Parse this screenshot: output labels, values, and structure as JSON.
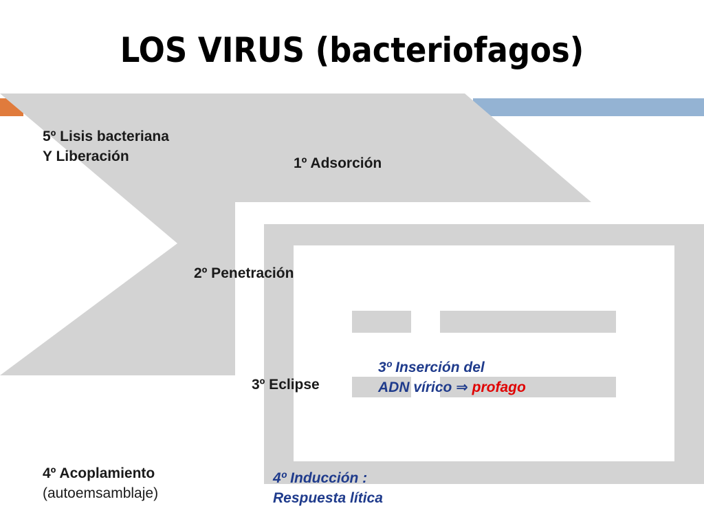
{
  "title": "LOS VIRUS (bacteriofagos)",
  "colors": {
    "arrow_fill": "#d3d3d3",
    "accent_orange": "#e07b3c",
    "accent_blue": "#94b3d3",
    "lytic_text": "#1a1a1a",
    "lysogenic_text": "#1f3b8c",
    "highlight": "#e00000"
  },
  "lytic_cycle": {
    "step1": "1º Adsorción",
    "step2": "2º Penetración",
    "step3": "3º Eclipse",
    "step4_line1": "4º Acoplamiento",
    "step4_line2": "(autoemsamblaje)",
    "step5_line1": "5º Lisis bacteriana",
    "step5_line2": "Y  Liberación"
  },
  "lysogenic_cycle": {
    "step3_line1": "3º Inserción del",
    "step3_line2_prefix": "ADN vírico",
    "step3_arrow": "⇒",
    "step3_line2_highlight": "profago",
    "step4_line1": "4º Inducción :",
    "step4_line2": "Respuesta lítica"
  }
}
